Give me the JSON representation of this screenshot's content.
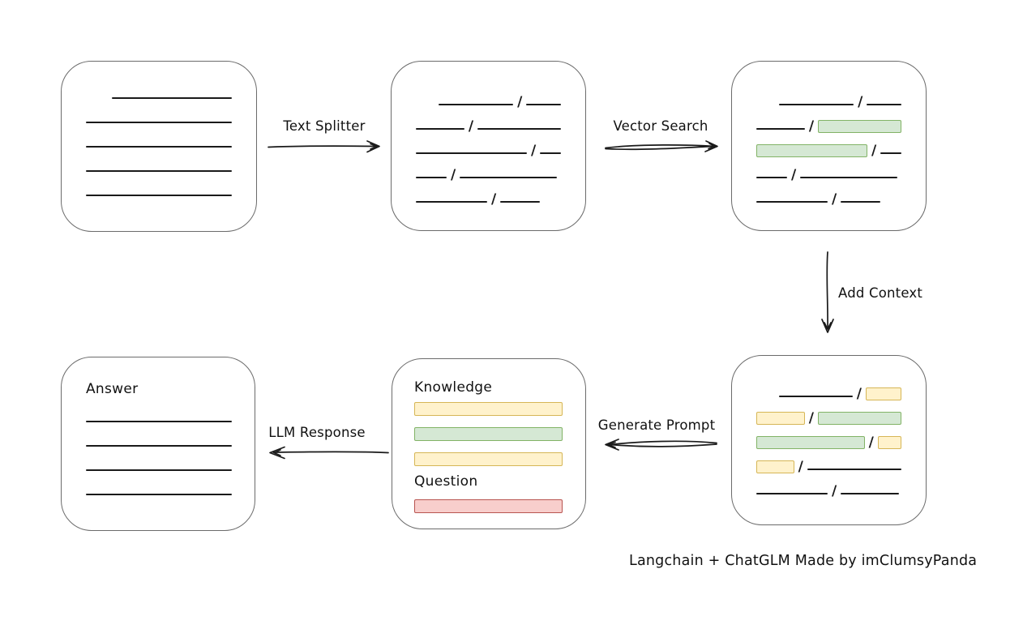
{
  "caption": "Langchain + ChatGLM Made by imClumsyPanda",
  "arrows": {
    "text_splitter": {
      "label": "Text Splitter"
    },
    "vector_search": {
      "label": "Vector Search"
    },
    "add_context": {
      "label": "Add Context"
    },
    "generate_prompt": {
      "label": "Generate Prompt"
    },
    "llm_response": {
      "label": "LLM Response"
    }
  },
  "colors": {
    "yellow_fill": "#fff2cc",
    "yellow_border": "#d6b656",
    "green_fill": "#d5e8d4",
    "green_border": "#82b366",
    "red_fill": "#f8cecc",
    "red_border": "#b85450",
    "box_border": "#6b6b6b",
    "ink": "#1a1a1a"
  },
  "boxes": {
    "document": {
      "lines": [
        {
          "ind": 32,
          "w": 148
        },
        {
          "ind": 0,
          "w": 180
        },
        {
          "ind": 0,
          "w": 180
        },
        {
          "ind": 0,
          "w": 180
        },
        {
          "ind": 0,
          "w": 180
        }
      ]
    },
    "chunks": {
      "rows": [
        [
          {
            "t": "line",
            "w": 93,
            "ind": 28
          },
          {
            "t": "slash"
          },
          {
            "t": "line",
            "w": 43
          }
        ],
        [
          {
            "t": "line",
            "w": 60
          },
          {
            "t": "slash"
          },
          {
            "t": "line",
            "w": 103
          }
        ],
        [
          {
            "t": "line",
            "w": 138
          },
          {
            "t": "slash"
          },
          {
            "t": "line",
            "w": 26
          }
        ],
        [
          {
            "t": "line",
            "w": 38
          },
          {
            "t": "slash"
          },
          {
            "t": "line",
            "w": 120
          }
        ],
        [
          {
            "t": "line",
            "w": 88
          },
          {
            "t": "slash"
          },
          {
            "t": "line",
            "w": 49
          }
        ]
      ]
    },
    "chunks_searched": {
      "rows": [
        [
          {
            "t": "line",
            "w": 93,
            "ind": 28
          },
          {
            "t": "slash"
          },
          {
            "t": "line",
            "w": 43
          }
        ],
        [
          {
            "t": "line",
            "w": 60
          },
          {
            "t": "slash"
          },
          {
            "t": "rect",
            "c": "green",
            "w": 103
          }
        ],
        [
          {
            "t": "rect",
            "c": "green",
            "w": 138
          },
          {
            "t": "slash"
          },
          {
            "t": "line",
            "w": 26
          }
        ],
        [
          {
            "t": "line",
            "w": 38
          },
          {
            "t": "slash"
          },
          {
            "t": "line",
            "w": 120
          }
        ],
        [
          {
            "t": "line",
            "w": 88
          },
          {
            "t": "slash"
          },
          {
            "t": "line",
            "w": 49
          }
        ]
      ]
    },
    "chunks_context": {
      "rows": [
        [
          {
            "t": "line",
            "w": 93,
            "ind": 28
          },
          {
            "t": "slash"
          },
          {
            "t": "rect",
            "c": "yellow",
            "w": 45
          }
        ],
        [
          {
            "t": "rect",
            "c": "yellow",
            "w": 62
          },
          {
            "t": "slash"
          },
          {
            "t": "rect",
            "c": "green",
            "w": 107
          }
        ],
        [
          {
            "t": "rect",
            "c": "green",
            "w": 138
          },
          {
            "t": "slash"
          },
          {
            "t": "rect",
            "c": "yellow",
            "w": 30
          }
        ],
        [
          {
            "t": "rect",
            "c": "yellow",
            "w": 47
          },
          {
            "t": "slash"
          },
          {
            "t": "line",
            "w": 117
          }
        ],
        [
          {
            "t": "line",
            "w": 88
          },
          {
            "t": "slash"
          },
          {
            "t": "line",
            "w": 72
          }
        ]
      ]
    },
    "prompt": {
      "knowledge_label": "Knowledge",
      "knowledge_bars": [
        "yellow",
        "green",
        "yellow"
      ],
      "question_label": "Question",
      "question_bars": [
        "red"
      ]
    },
    "answer": {
      "label": "Answer",
      "lines": [
        {
          "ind": 0,
          "w": 180
        },
        {
          "ind": 0,
          "w": 180
        },
        {
          "ind": 0,
          "w": 180
        },
        {
          "ind": 0,
          "w": 180
        }
      ]
    }
  }
}
